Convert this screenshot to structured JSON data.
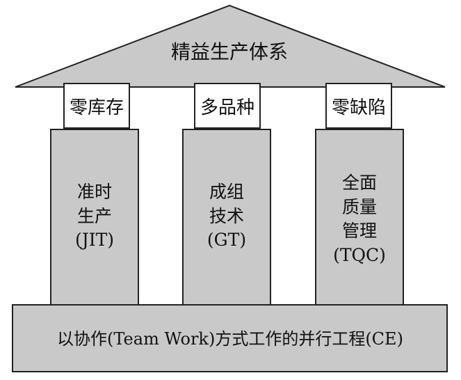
{
  "roof": {
    "label": "精益生产体系"
  },
  "top_boxes": [
    {
      "label": "零库存"
    },
    {
      "label": "多品种"
    },
    {
      "label": "零缺陷"
    }
  ],
  "pillars": [
    {
      "label": "准时\n生产\n(JIT)"
    },
    {
      "label": "成组\n技术\n(GT)"
    },
    {
      "label": "全面\n质量\n管理\n(TQC)"
    }
  ],
  "base": {
    "label": "以协作(Team Work)方式工作的并行工程(CE)"
  },
  "colors": {
    "fill": "#c9c9c9",
    "stroke": "#222222",
    "box_fill": "#ffffff",
    "text": "#111111"
  }
}
